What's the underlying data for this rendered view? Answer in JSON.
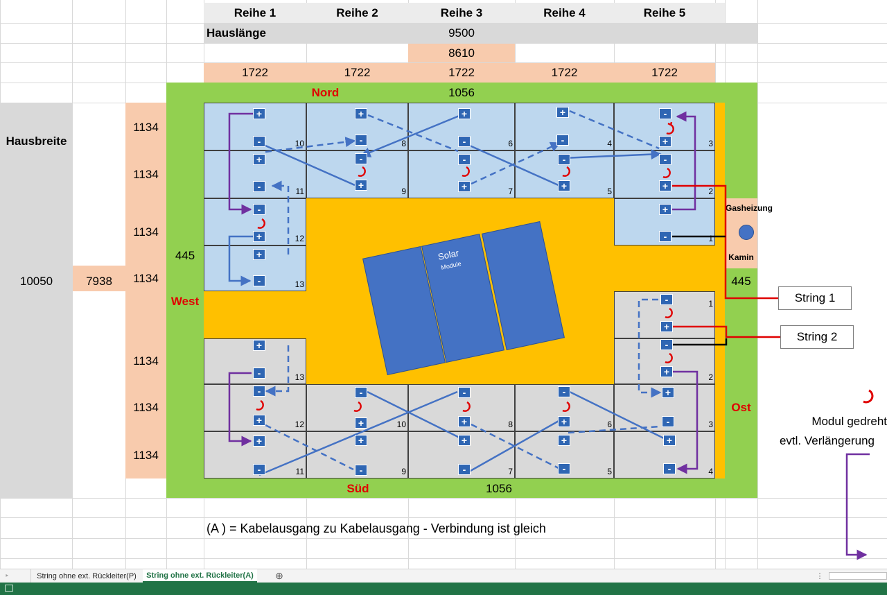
{
  "headers": {
    "row1": "Reihe 1",
    "row2": "Reihe 2",
    "row3": "Reihe 3",
    "row4": "Reihe 4",
    "row5": "Reihe 5"
  },
  "house": {
    "length_label": "Hauslänge",
    "length_value": "9500",
    "inner_length": "8610",
    "width_label": "Hausbreite",
    "width_value": "10050",
    "inner_width": "7938"
  },
  "dims": {
    "module_length": "1722",
    "module_height": "1134",
    "edge_top": "1056",
    "edge_bottom": "1056",
    "side_west": "445",
    "side_east": "445"
  },
  "compass": {
    "north": "Nord",
    "south": "Süd",
    "west": "West",
    "east": "Ost"
  },
  "labels": {
    "heater": "Gasheizung",
    "chimney": "Kamin",
    "solar_line1": "Solar",
    "solar_line2": "Module"
  },
  "strings": {
    "string1": "String 1",
    "string2": "String 2"
  },
  "legend": {
    "rotated": "Modul gedreht",
    "extension": "evtl. Verlängerung"
  },
  "note": "(A ) = Kabelausgang zu Kabelausgang - Verbindung ist gleich",
  "modules": {
    "n10": "10",
    "n8": "8",
    "n6": "6",
    "n4": "4",
    "n3": "3",
    "n11": "11",
    "n9": "9",
    "n7": "7",
    "n5": "5",
    "n2": "2",
    "n12": "12",
    "n1": "1",
    "n13": "13",
    "s1": "1",
    "s13": "13",
    "s2": "2",
    "s12": "12",
    "s10": "10",
    "s8": "8",
    "s6": "6",
    "s3": "3",
    "s11": "11",
    "s9": "9",
    "s7": "7",
    "s5": "5",
    "s4": "4"
  },
  "terminals": {
    "plus": "+",
    "minus": "-"
  },
  "tabs": [
    "String ohne ext. Rückleiter(P)",
    "String ohne ext. Rückleiter(A)"
  ],
  "tabbar": {
    "add": "⊕",
    "dots": "⋮"
  },
  "colors": {
    "green": "#92d050",
    "orange": "#ffc000",
    "peach": "#f8cbad",
    "blue_module": "#bdd7ee",
    "gray_module": "#d9d9d9",
    "terminal": "#2f66b3",
    "wire_blue": "#4472c4",
    "wire_purple": "#7030a0",
    "wire_red": "#e00000",
    "excel_green": "#217346"
  }
}
